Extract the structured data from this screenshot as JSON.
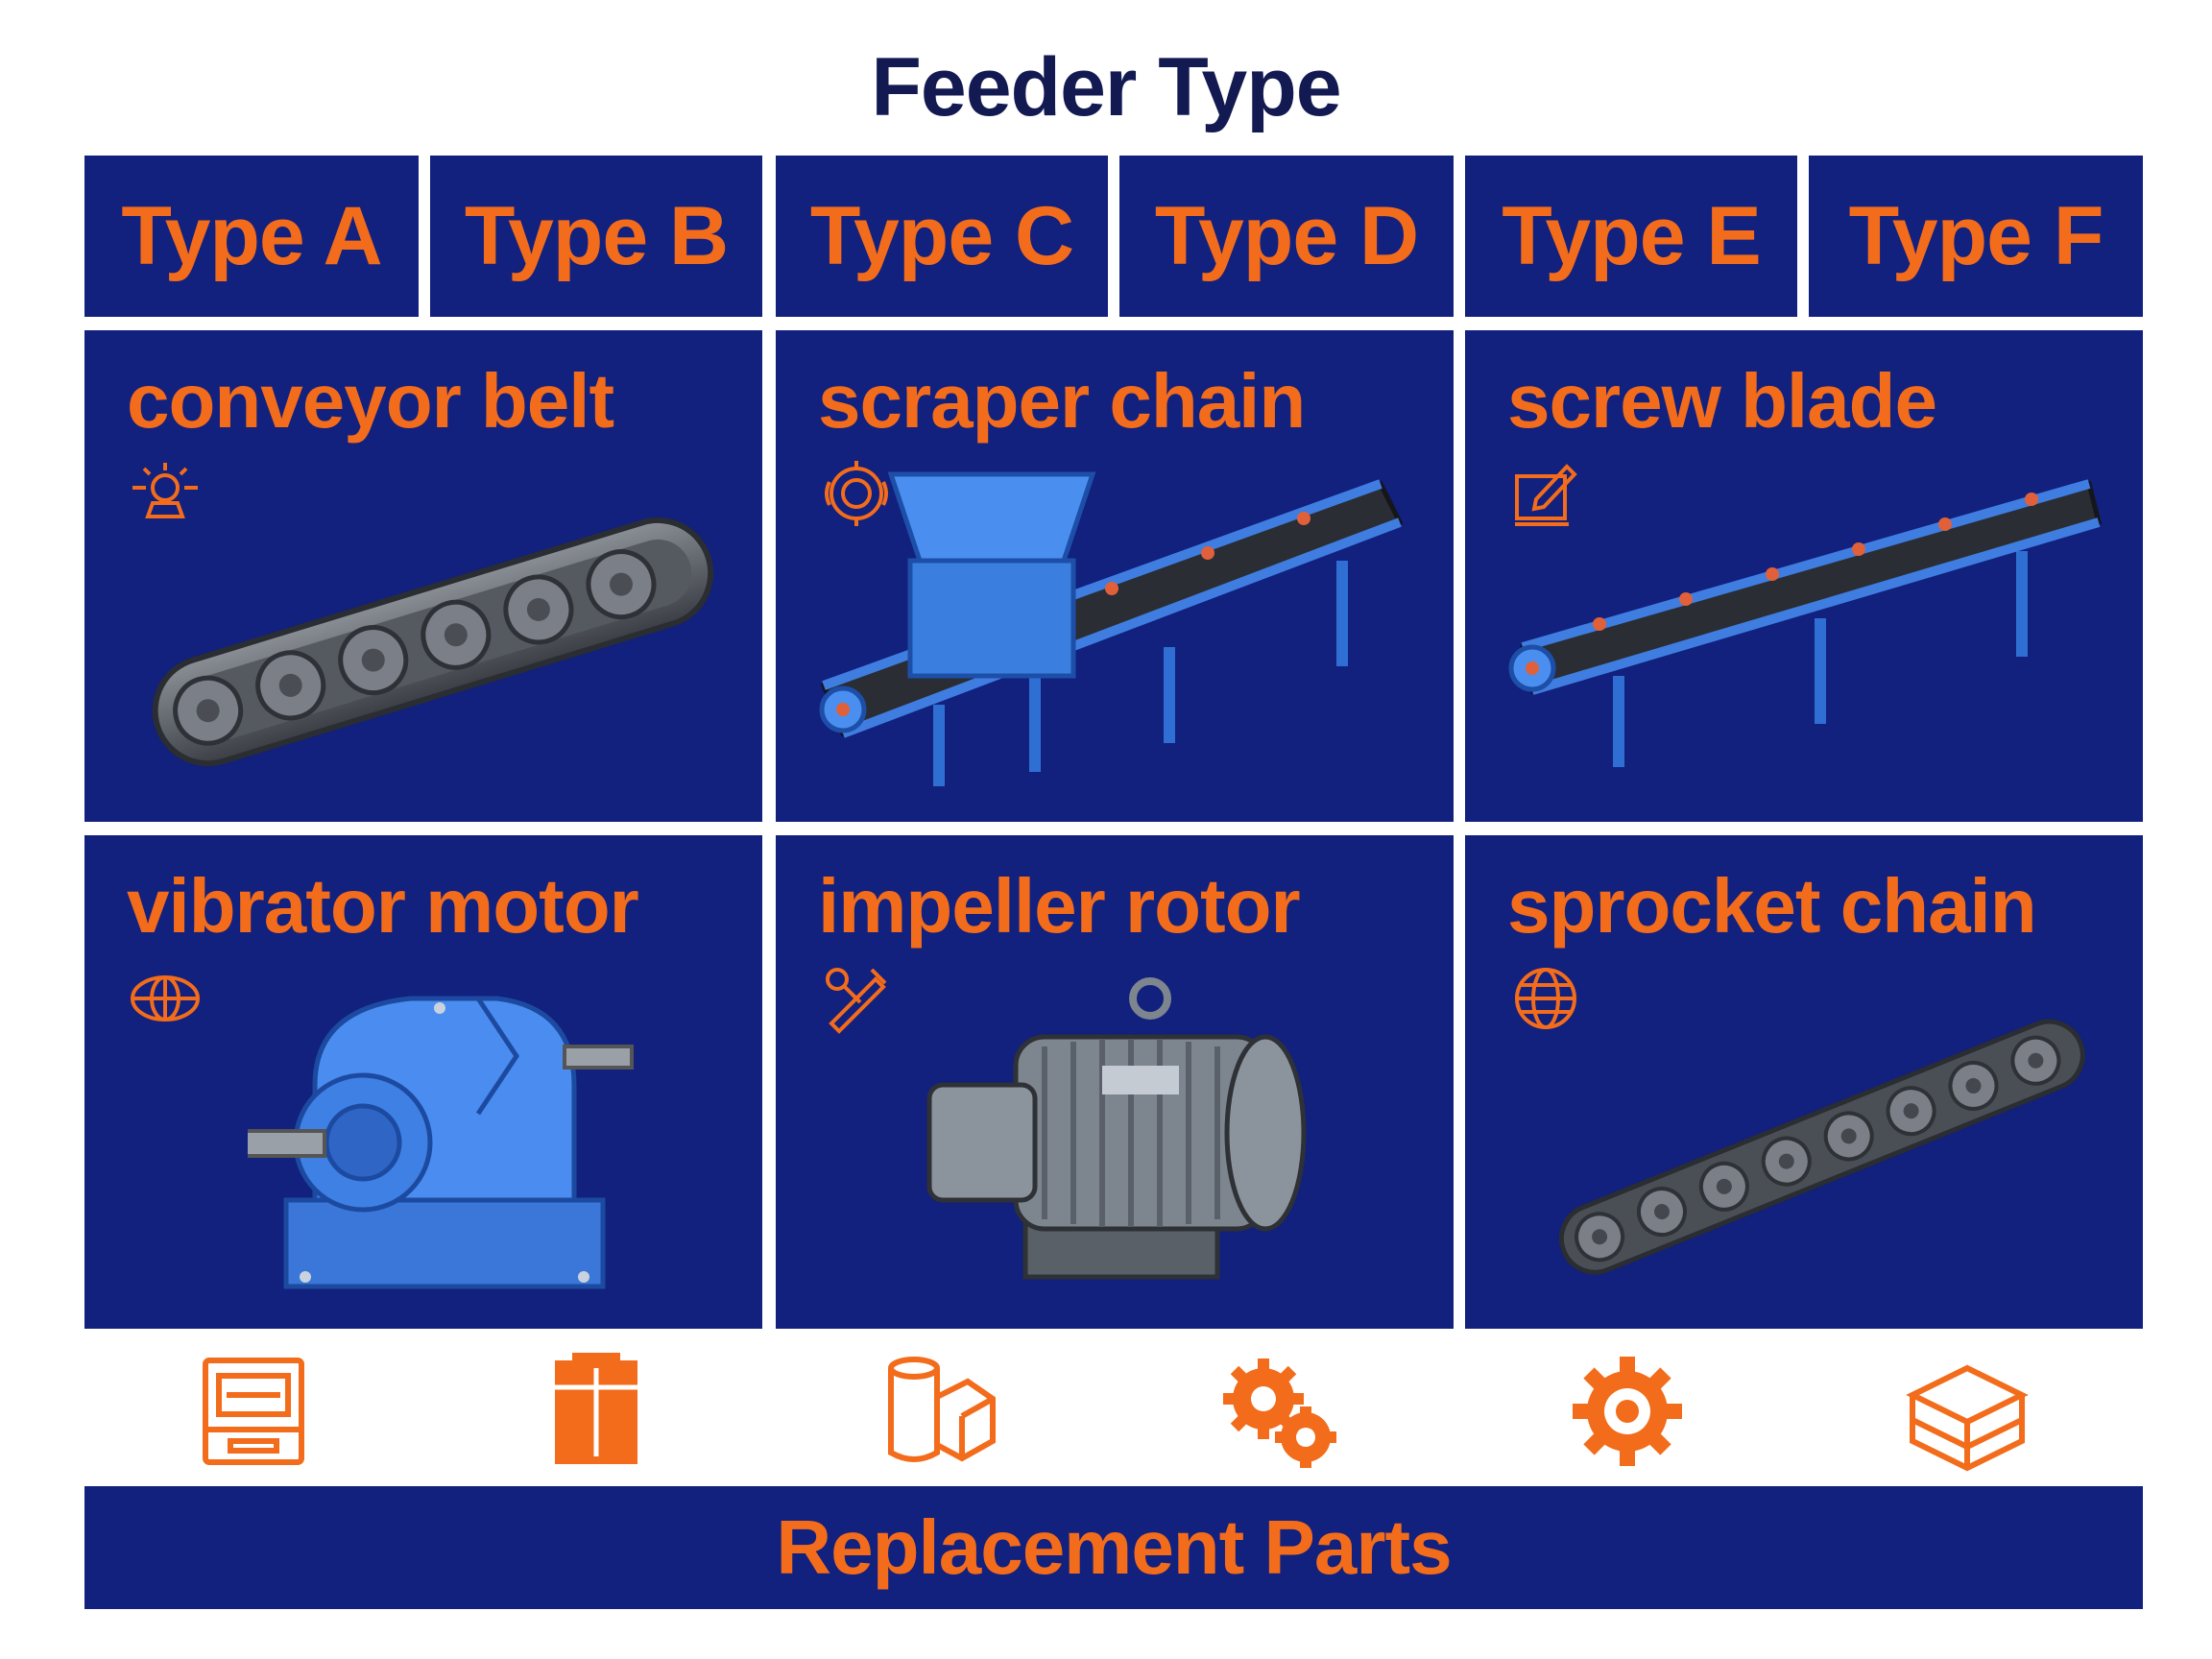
{
  "header": {
    "title": "Feeder Type"
  },
  "types": [
    {
      "label": "Type A"
    },
    {
      "label": "Type B"
    },
    {
      "label": "Type C"
    },
    {
      "label": "Type D"
    },
    {
      "label": "Type E"
    },
    {
      "label": "Type F"
    }
  ],
  "parts": [
    {
      "label": "conveyor belt",
      "icon": "sun-lamp-icon",
      "image": "roller-chain"
    },
    {
      "label": "scraper chain",
      "icon": "gear-ring-icon",
      "image": "hopper-belt-conveyor"
    },
    {
      "label": "screw blade",
      "icon": "edit-box-icon",
      "image": "belt-conveyor"
    },
    {
      "label": "vibrator motor",
      "icon": "grid-globe-icon",
      "image": "gearbox"
    },
    {
      "label": "impeller rotor",
      "icon": "tools-icon",
      "image": "electric-motor"
    },
    {
      "label": "sprocket chain",
      "icon": "globe-icon",
      "image": "roller-chain"
    }
  ],
  "bottom_icons": [
    "machine-panel-icon",
    "cabinet-icon",
    "cylinder-box-icon",
    "gears-icon",
    "gear-icon",
    "layers-box-icon"
  ],
  "footer": {
    "label": "Replacement Parts"
  },
  "colors": {
    "navy": "#12207e",
    "orange": "#f26c1b",
    "title": "#131a52"
  }
}
